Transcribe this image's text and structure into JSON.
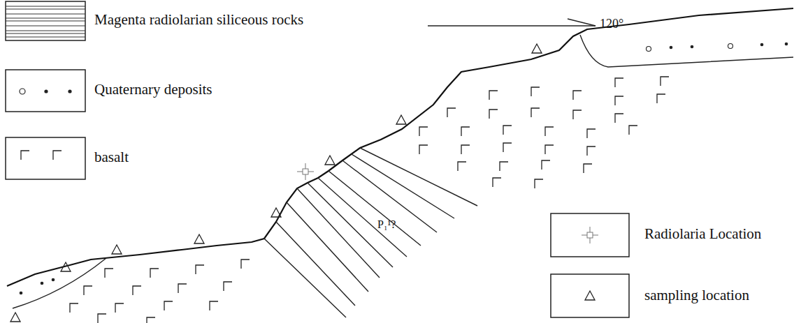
{
  "diagram": {
    "labels": [
      "120°",
      "P₁¹?"
    ],
    "legend": [
      {
        "text": "Magenta radiolarian siliceous rocks"
      },
      {
        "text": "Quaternary deposits"
      },
      {
        "text": "basalt"
      },
      {
        "text": "Radiolaria Location"
      },
      {
        "text": "sampling location"
      }
    ]
  }
}
